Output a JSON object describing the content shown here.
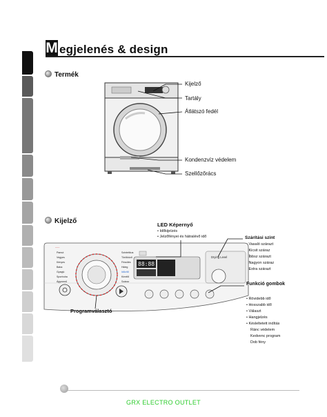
{
  "header": {
    "title_initial": "M",
    "title_rest": "egjelenés & design"
  },
  "section_product": {
    "heading": "Termék",
    "labels": {
      "display": "Kijelző",
      "container": "Tartály",
      "door": "Átlátszó fedél",
      "condensate": "Kondenzvíz védelem",
      "vent": "Szellőzőrács"
    }
  },
  "section_display": {
    "heading": "Kijelző",
    "led": {
      "title": "LED Képernyő",
      "items": [
        "• Időkijelzés",
        "• Jelzőfényei és hátralévő idő"
      ]
    },
    "program_selector": "Programválasztó",
    "drying_level": {
      "title": "Szárítási szint",
      "items": [
        "• Vasaló szárazt",
        "• Kicsit száraz",
        "• Íbbsz szárazt",
        "• Nagyon száraz",
        "• Extra szárazt"
      ]
    },
    "function_buttons": {
      "title": "Funkció gombok",
      "items": [
        "• Rövidebb idő",
        "• Hosszabb idő",
        "• Választ",
        "• Hangjelzés",
        "• Késleltetett indítás",
        "Ránc védelem",
        "Kedvenc program",
        "Dob fény"
      ]
    },
    "panel": {
      "left_programs": [
        "Pamut",
        "Vegyes",
        "Kényes",
        "Baba",
        "Gyapjú",
        "Sportruha",
        "Ágynemű"
      ],
      "right_programs": [
        "Szintetikus",
        "Törölköző",
        "Frissítés",
        "Hideg",
        "Időzítő",
        "Kímélő",
        "Száraz"
      ],
      "drying_panel_label": "Drying Level"
    }
  },
  "footer": {
    "text": "GRX ELECTRO OUTLET"
  }
}
